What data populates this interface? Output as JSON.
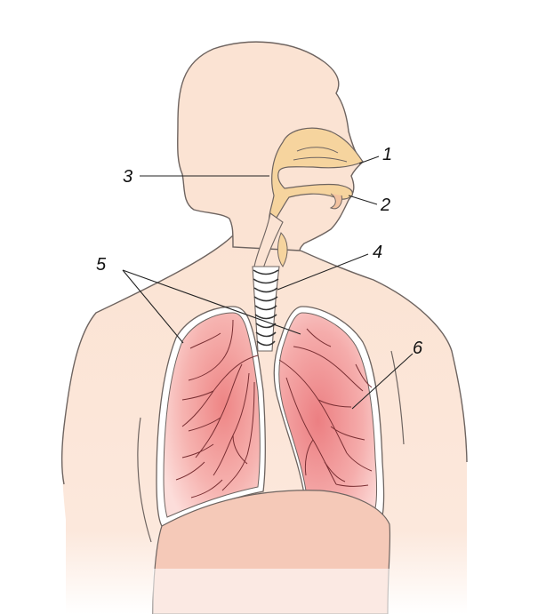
{
  "colors": {
    "skin": "#FBE3D3",
    "skin_outline": "#6E6460",
    "nasal": "#F6D49E",
    "lung": "#F19A9A",
    "lung_light": "#FCD8D6",
    "lung_vessel": "#7A2F33",
    "diaphragm": "#F5C9B8",
    "leader_line": "#222222"
  },
  "callouts": [
    {
      "label": "1"
    },
    {
      "label": "2"
    },
    {
      "label": "3"
    },
    {
      "label": "4"
    },
    {
      "label": "5"
    },
    {
      "label": "6"
    }
  ]
}
